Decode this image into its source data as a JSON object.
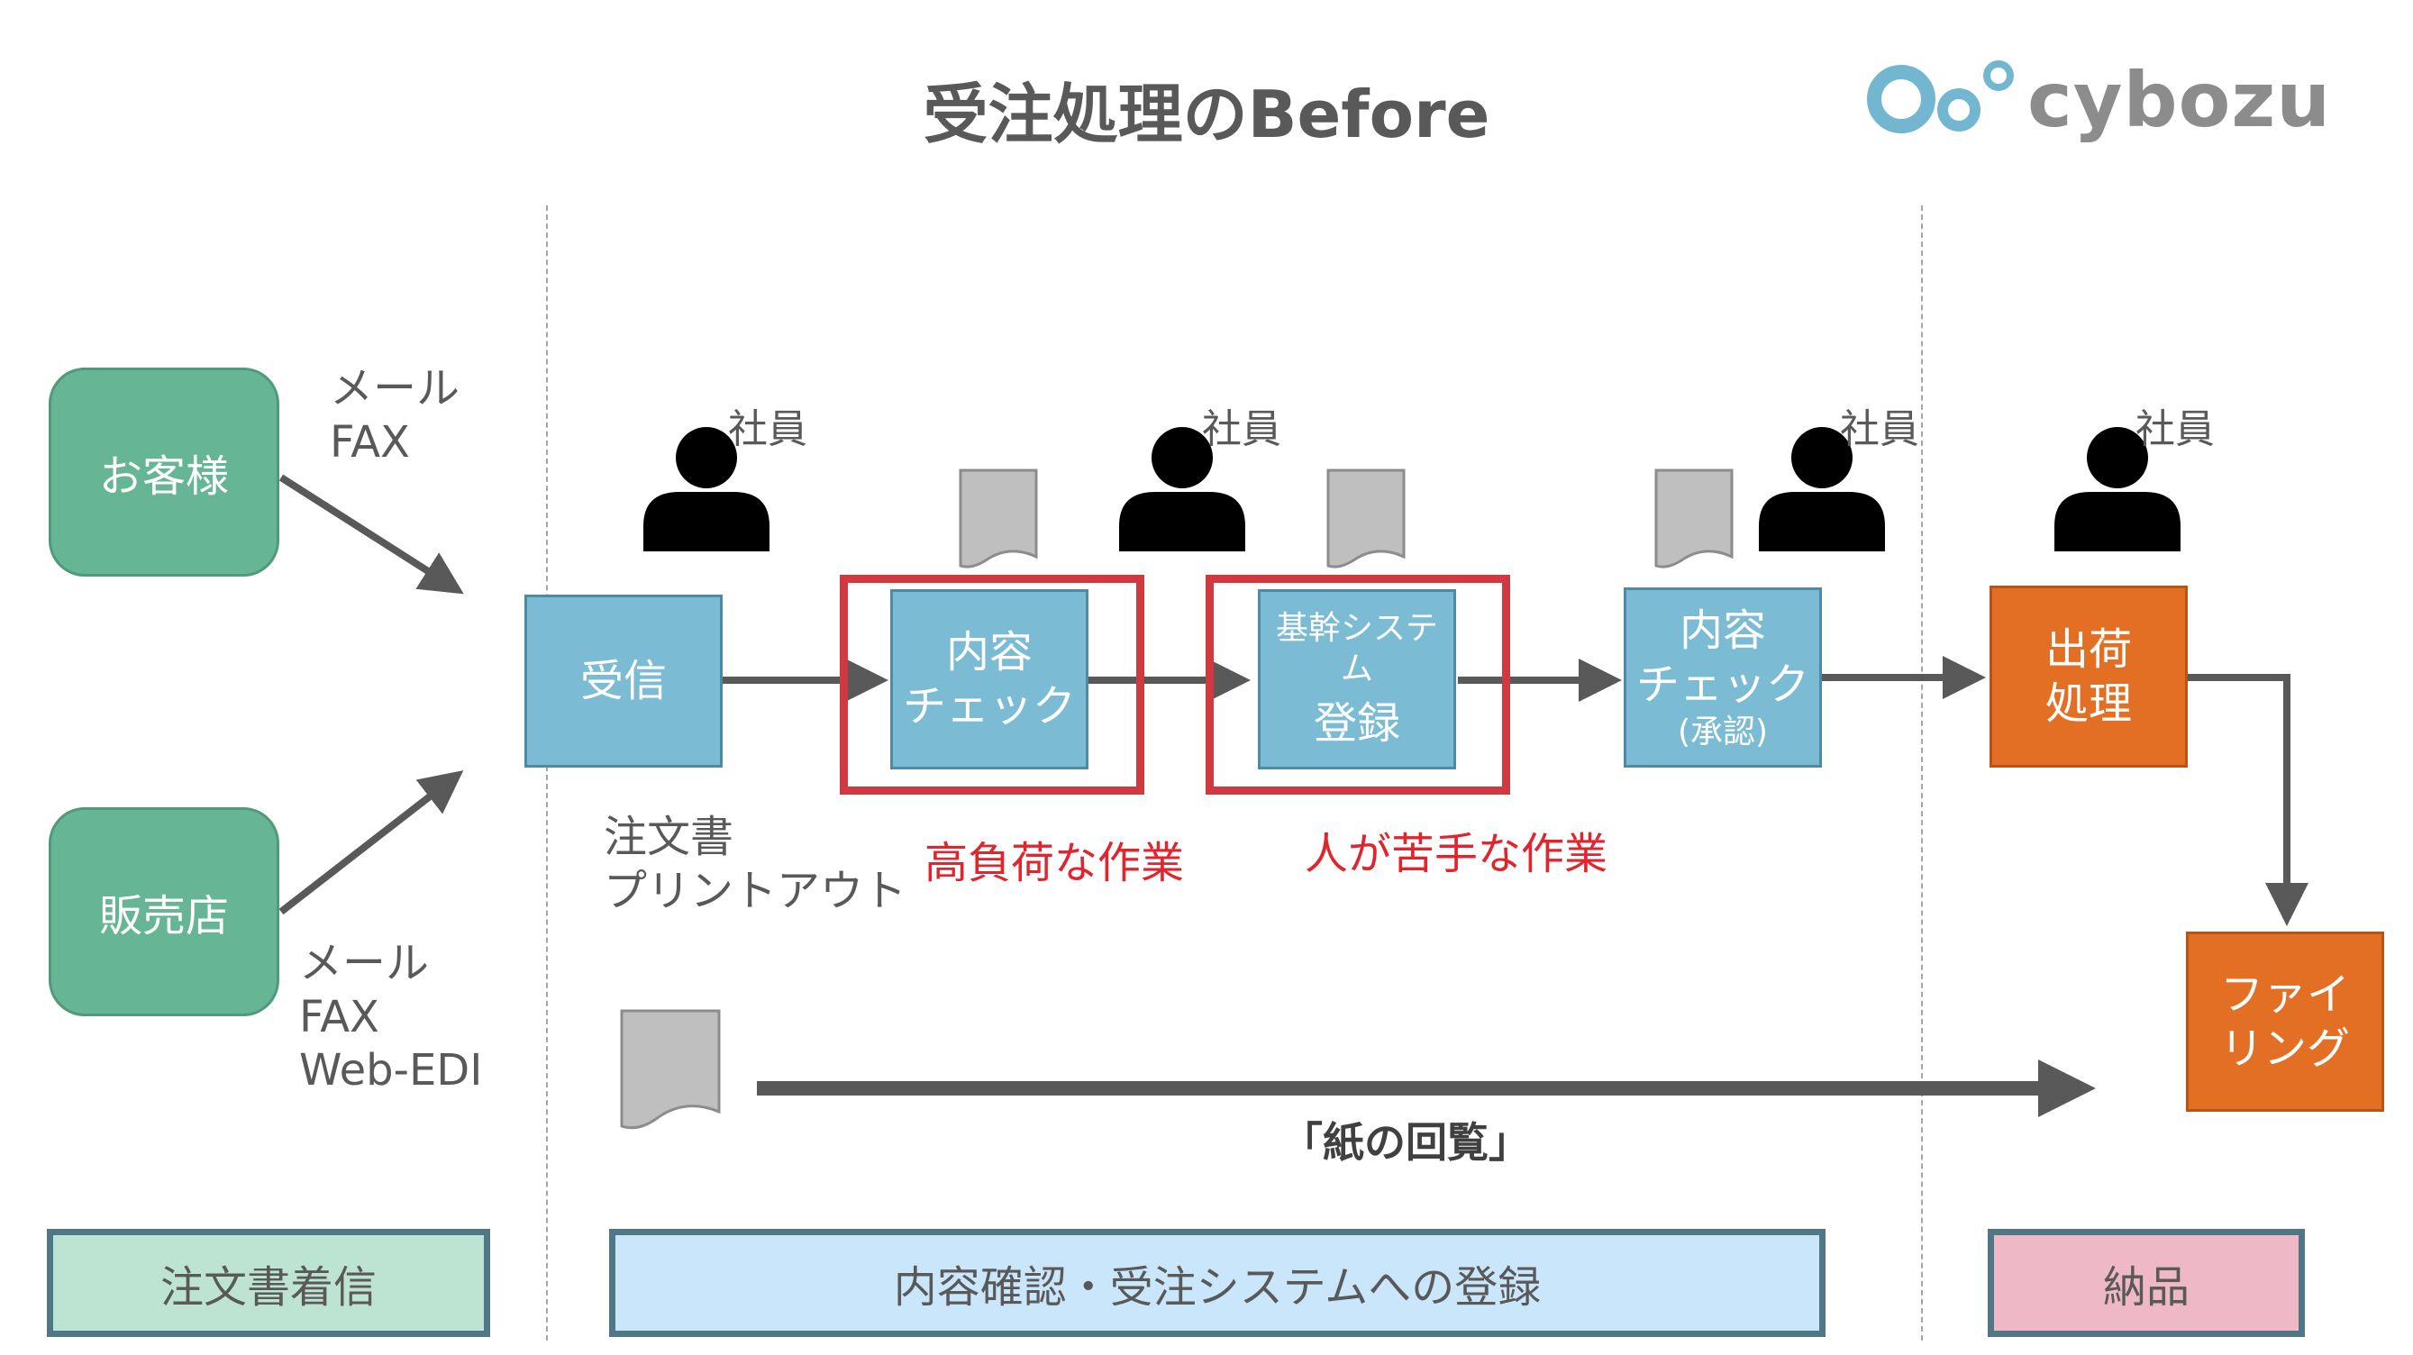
{
  "header": {
    "title": "受注処理のBefore",
    "logo_text": "cybozu"
  },
  "sources": {
    "customer": {
      "label": "お客様",
      "channel": "メール\nFAX"
    },
    "dealer": {
      "label": "販売店",
      "channel": "メール\nFAX\nWeb-EDI"
    }
  },
  "steps": {
    "receive": {
      "label": "受信",
      "note": "注文書\nプリントアウト"
    },
    "check1": {
      "label": "内容\nチェック",
      "note": "高負荷な作業"
    },
    "register": {
      "label_small": "基幹システム",
      "label": "登録",
      "note": "人が苦手な作業"
    },
    "check2": {
      "label": "内容\nチェック",
      "sub": "(承認)"
    },
    "ship": {
      "label": "出荷\n処理"
    },
    "filing": {
      "label": "ファイ\nリング"
    }
  },
  "staff_label": "社員",
  "staff": [
    "社員",
    "社員",
    "社員",
    "社員"
  ],
  "paper_circulation": "「紙の回覧」",
  "phases": [
    {
      "label": "注文書着信",
      "color": "#bde3d3"
    },
    {
      "label": "内容確認・受注システムへの登録",
      "color": "#c9e6fb"
    },
    {
      "label": "納品",
      "color": "#efb8c6"
    }
  ],
  "colors": {
    "blue": "#7bbcd4",
    "green": "#66b594",
    "orange": "#e36f25",
    "red": "#d0393f",
    "arrow": "#595959"
  },
  "icons": [
    "person-icon",
    "document-icon",
    "arrow-icon"
  ]
}
